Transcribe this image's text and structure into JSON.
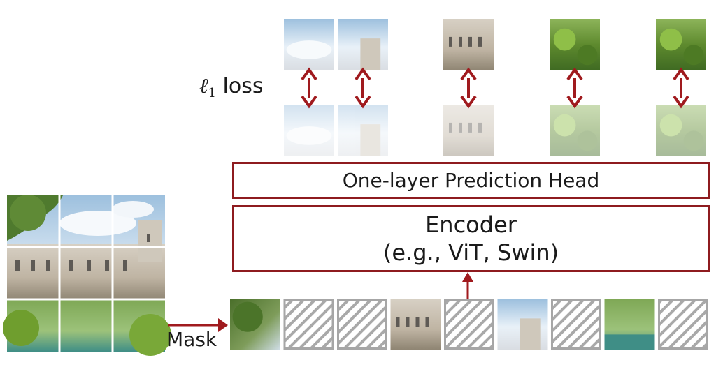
{
  "labels": {
    "loss_symbol": "ℓ",
    "loss_subscript": "1",
    "loss_word": "loss",
    "mask": "Mask",
    "prediction_head": "One-layer Prediction Head",
    "encoder_line1": "Encoder",
    "encoder_line2": "(e.g., ViT, Swin)"
  },
  "colors": {
    "arrow": "#a01a1e",
    "box_border": "#8e1b1f",
    "mask_hatch": "#9a9a9a",
    "grid_line": "#ffffff"
  },
  "input_patches": [
    "visible",
    "masked",
    "masked",
    "visible",
    "masked",
    "visible",
    "masked",
    "visible",
    "masked"
  ],
  "patch_contents": [
    "tree-foliage",
    "sky-clouds",
    "sky-clouds",
    "castle-facade",
    "castle-tower",
    "castle-tower",
    "garden-greenery",
    "lawn-water",
    "garden-greenery"
  ],
  "reconstruction_targets": [
    "sky-clouds",
    "castle-tower",
    "castle-facade",
    "garden-greenery",
    "garden-greenery"
  ]
}
